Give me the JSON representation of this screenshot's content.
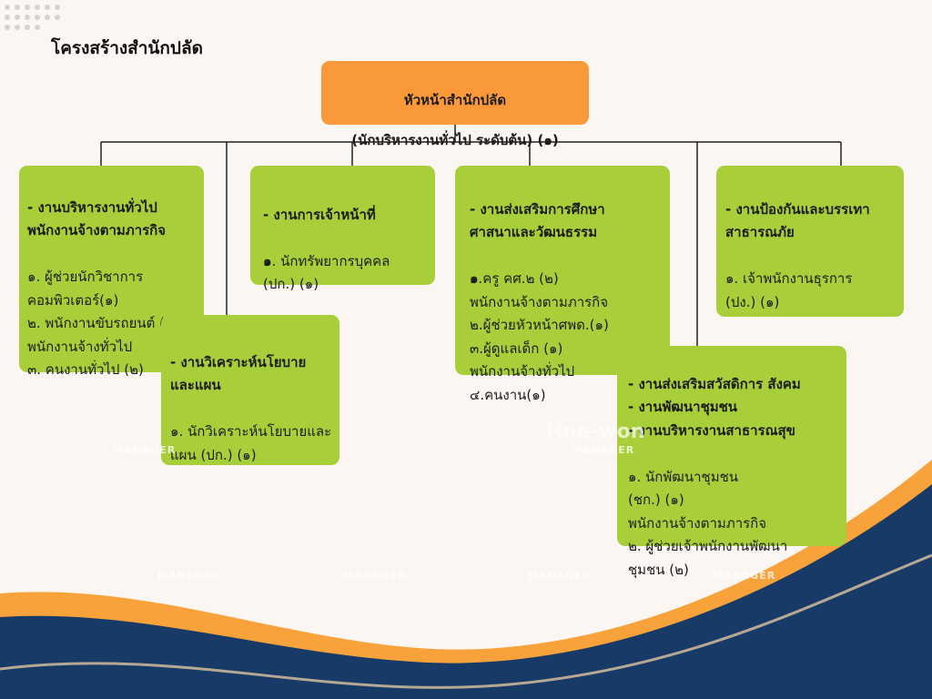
{
  "title": "โครงสร้างสำนักปลัด",
  "head": {
    "line1": "หัวหน้าสำนักปลัด",
    "line2": "(นักบริหารงานทั่วไป ระดับต้น) (๑)"
  },
  "boxes": {
    "general_admin": {
      "title": "- งานบริหารงานทั่วไป\nพนักงานจ้างตามภารกิจ",
      "body": "๑. ผู้ช่วยนักวิชาการ\nคอมพิวเตอร์(๑)\n๒. พนักงานขับรถยนต์ (๑)\nพนักงานจ้างทั่วไป\n๓. คนงานทั่วไป (๒)"
    },
    "policy": {
      "title": "- งานวิเคราะห์นโยบาย\nและแผน",
      "body": "๑. นักวิเคราะห์นโยบายและ\n แผน (ปก.) (๑)"
    },
    "personnel": {
      "title": "- งานการเจ้าหน้าที่",
      "body_num": "๑",
      "body": ". นักทรัพยากรบุคคล\n(ปก.) (๑)"
    },
    "education": {
      "title": "- งานส่งเสริมการศึกษา\n ศาสนาและวัฒนธรรม",
      "body_num": "๑",
      "body": ".ครู คศ.๒ (๒)\nพนักงานจ้างตามภารกิจ\n๒.ผู้ช่วยหัวหน้าศพด.(๑)\n๓.ผู้ดูแลเด็ก (๑)\nพนักงานจ้างทั่วไป\n๔.คนงาน(๑)"
    },
    "disaster": {
      "title": "- งานป้องกันและบรรเทา\nสาธารณภัย",
      "body": "๑. เจ้าพนักงานธุรการ\n (ปง.) (๑)"
    },
    "welfare": {
      "title": "- งานส่งเสริมสวัสดิการ สังคม\n- งานพัฒนาชุมชน\n- งานบริหารงานสาธารณสุข",
      "body": "๑. นักพัฒนาชุมชน\n (ชก.) (๑)\n พนักงานจ้างตามภารกิจ\n๒. ผู้ช่วยเจ้าพนักงานพัฒนา\n ชุมชน (๒)"
    }
  },
  "watermarks": [
    "MANAGER",
    "MANAGER",
    "MANAGER",
    "MANAGER",
    "MANAGER",
    "MANAGER"
  ],
  "watermark_big": "Hae-won",
  "colors": {
    "head_box": "#f9993a",
    "green_box": "#a8cf3a",
    "navy": "#173a66",
    "orange_wave": "#f7a23b",
    "background": "#fcf6f3"
  }
}
